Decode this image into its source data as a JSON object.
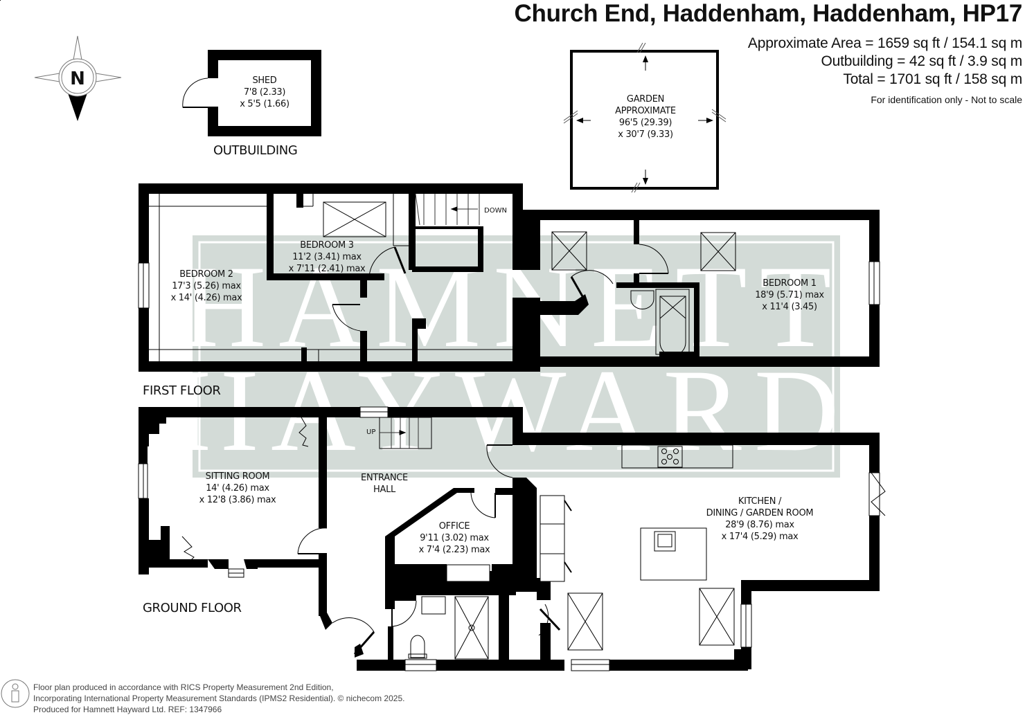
{
  "header": {
    "title": "Church End, Haddenham, Haddenham, HP17",
    "areas": [
      "Approximate Area = 1659 sq ft / 154.1 sq m",
      "Outbuilding = 42 sq ft / 3.9 sq m",
      "Total = 1701 sq ft / 158 sq m"
    ],
    "disclaimer": "For identification only - Not to scale"
  },
  "compass": {
    "letter": "N"
  },
  "watermark": {
    "line1": "HAMNETT",
    "line2": "HAYWARD",
    "color": "#d3dbd7"
  },
  "outbuilding": {
    "floor_label": "OUTBUILDING",
    "room": {
      "name": "SHED",
      "dim1": "7'8 (2.33)",
      "dim2": "x 5'5 (1.66)"
    }
  },
  "garden": {
    "name": "GARDEN",
    "sub": "APPROXIMATE",
    "dim1": "96'5 (29.39)",
    "dim2": "x 30'7 (9.33)"
  },
  "first_floor": {
    "floor_label": "FIRST FLOOR",
    "stairs_label": "DOWN",
    "rooms": [
      {
        "name": "BEDROOM 2",
        "dim1": "17'3 (5.26) max",
        "dim2": "x 14' (4.26) max"
      },
      {
        "name": "BEDROOM 3",
        "dim1": "11'2 (3.41) max",
        "dim2": "x 7'11 (2.41) max"
      },
      {
        "name": "BEDROOM 1",
        "dim1": "18'9 (5.71) max",
        "dim2": "x 11'4 (3.45)"
      }
    ]
  },
  "ground_floor": {
    "floor_label": "GROUND FLOOR",
    "stairs_label": "UP",
    "rooms": [
      {
        "name": "SITTING ROOM",
        "dim1": "14' (4.26) max",
        "dim2": "x 12'8 (3.86) max"
      },
      {
        "name": "ENTRANCE",
        "name2": "HALL"
      },
      {
        "name": "OFFICE",
        "dim1": "9'11 (3.02) max",
        "dim2": "x 7'4 (2.23) max"
      },
      {
        "name": "KITCHEN /",
        "name2": "DINING / GARDEN ROOM",
        "dim1": "28'9 (8.76) max",
        "dim2": "x 17'4 (5.29) max"
      }
    ]
  },
  "footer": {
    "lines": [
      "Floor plan produced in accordance with RICS Property Measurement 2nd Edition,",
      "Incorporating International Property Measurement Standards (IPMS2 Residential).   © nichecom 2025.",
      "Produced for Hamnett Hayward Ltd.   REF:  1347966"
    ]
  }
}
